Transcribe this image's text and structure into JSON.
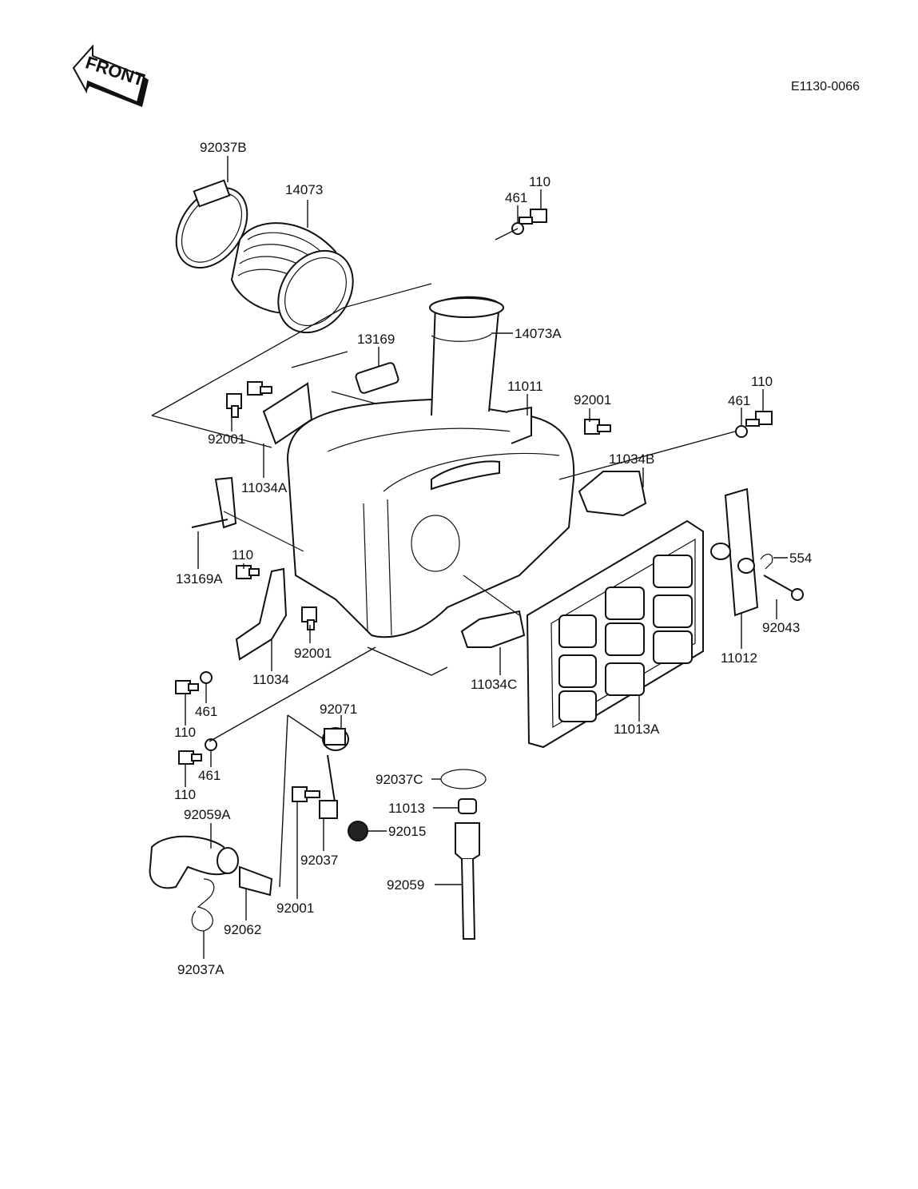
{
  "front_label": "FRONT",
  "document_code": "E1130-0066",
  "labels": {
    "p92037B": "92037B",
    "p14073": "14073",
    "p461_top": "461",
    "p110_top": "110",
    "p14073A": "14073A",
    "p13169": "13169",
    "p11011": "11011",
    "p92001_mid": "92001",
    "p461_right": "461",
    "p110_right": "110",
    "p92001_left": "92001",
    "p11034A": "11034A",
    "p11034B": "11034B",
    "p13169A": "13169A",
    "p110_leftmid": "110",
    "p554": "554",
    "p92001_low": "92001",
    "p92043": "92043",
    "p11034": "11034",
    "p11034C": "11034C",
    "p11012": "11012",
    "p461_a": "461",
    "p110_a": "110",
    "p11013A": "11013A",
    "p92071": "92071",
    "p461_b": "461",
    "p110_b": "110",
    "p92037C": "92037C",
    "p92059A": "92059A",
    "p11013": "11013",
    "p92015": "92015",
    "p92037": "92037",
    "p92059": "92059",
    "p92001_bottom": "92001",
    "p92062": "92062",
    "p92037A": "92037A"
  }
}
